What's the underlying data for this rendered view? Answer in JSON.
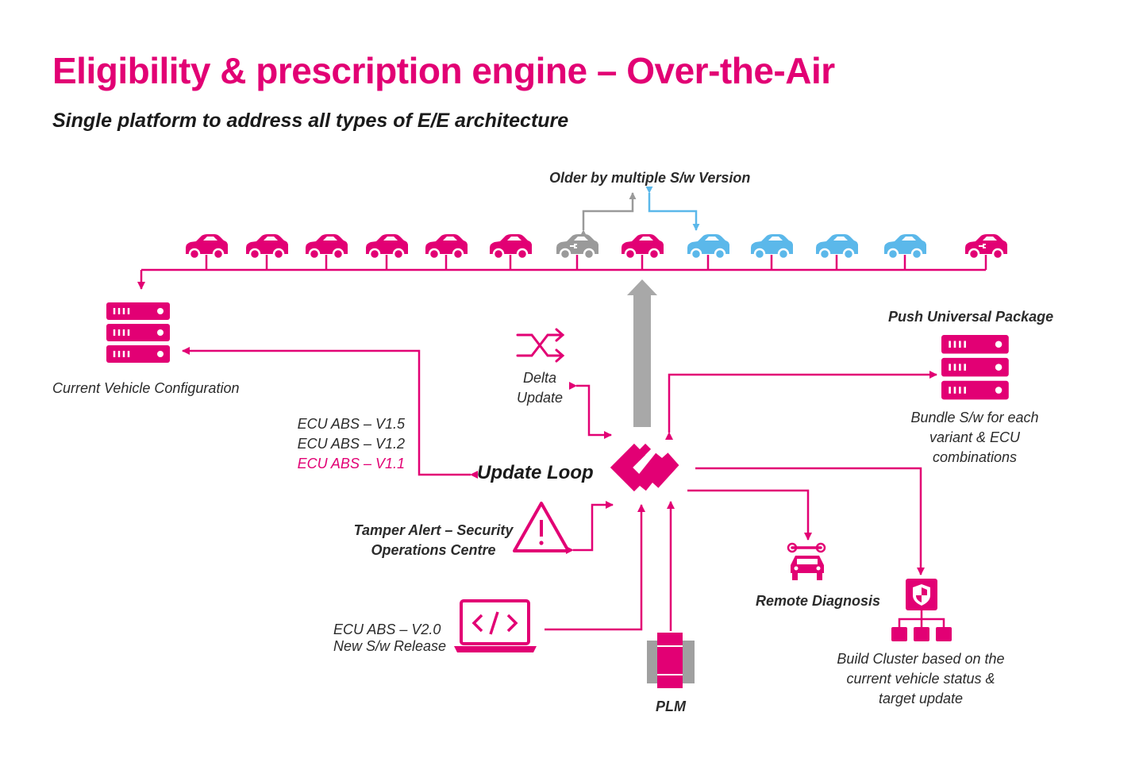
{
  "title": "Eligibility & prescription engine – Over-the-Air",
  "subtitle": "Single platform to address all types of E/E architecture",
  "colors": {
    "brand": "#e20074",
    "older": "#9a9a9a",
    "newer": "#5bb8ea",
    "text": "#2b2b2b"
  },
  "fleet": {
    "older_label": "Older by multiple S/w Version",
    "cars": [
      {
        "state": "current",
        "icon": "car-icon"
      },
      {
        "state": "current",
        "icon": "car-icon"
      },
      {
        "state": "current",
        "icon": "car-icon"
      },
      {
        "state": "current",
        "icon": "car-icon"
      },
      {
        "state": "current",
        "icon": "car-icon"
      },
      {
        "state": "current",
        "icon": "car-icon"
      },
      {
        "state": "older",
        "icon": "electric-car-icon"
      },
      {
        "state": "current",
        "icon": "car-icon"
      },
      {
        "state": "updated",
        "icon": "car-icon"
      },
      {
        "state": "updated",
        "icon": "car-icon"
      },
      {
        "state": "updated",
        "icon": "car-icon"
      },
      {
        "state": "updated",
        "icon": "car-icon"
      },
      {
        "state": "current",
        "icon": "electric-car-icon"
      }
    ]
  },
  "nodes": {
    "current_config": {
      "label": "Current Vehicle Configuration",
      "icon": "server-icon"
    },
    "ecu_versions": [
      "ECU ABS – V1.5",
      "ECU ABS – V1.2",
      "ECU ABS – V1.1"
    ],
    "delta_update": {
      "line1": "Delta",
      "line2": "Update",
      "icon": "shuffle-icon"
    },
    "update_loop": {
      "label": "Update Loop",
      "icon": "infinity-loop-icon"
    },
    "tamper_alert": {
      "line1": "Tamper Alert – Security",
      "line2": "Operations Centre",
      "icon": "warning-icon"
    },
    "new_release": {
      "line1": "ECU ABS – V2.0",
      "line2": "New S/w Release",
      "icon": "laptop-code-icon"
    },
    "plm": {
      "label": "PLM",
      "icon": "plm-icon"
    },
    "remote_diagnosis": {
      "label": "Remote Diagnosis",
      "icon": "car-wrench-icon"
    },
    "push_package": {
      "title": "Push Universal Package",
      "line1": "Bundle S/w for each",
      "line2": "variant & ECU",
      "line3": "combinations",
      "icon": "server-icon"
    },
    "build_cluster": {
      "line1": "Build Cluster based on the",
      "line2": "current vehicle status &",
      "line3": "target update",
      "icon": "cluster-icon"
    }
  }
}
